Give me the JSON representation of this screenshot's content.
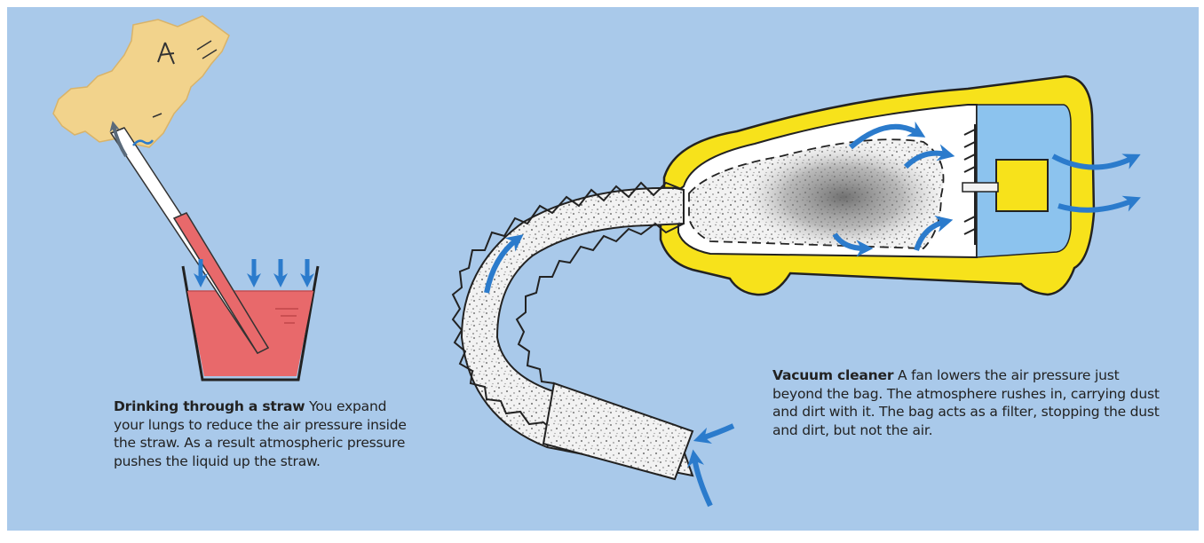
{
  "straw": {
    "title": "Drinking through a straw",
    "body": "You expand your lungs to reduce the air pressure inside the straw. As a result atmospheric pressure pushes the liquid up the straw."
  },
  "vacuum": {
    "title": "Vacuum cleaner",
    "body": "A fan lowers the air pressure just beyond the bag. The atmosphere rushes in, carrying dust and dirt with it. The bag acts as a filter, stopping the dust and dirt, but not the air."
  },
  "colors": {
    "sky": "#a9c9ea",
    "liquid": "#e8696b",
    "face": "#f2d38c",
    "vacuum_body": "#f7e21b",
    "arrow": "#2b7bcc",
    "air": "#8cc3ee"
  }
}
